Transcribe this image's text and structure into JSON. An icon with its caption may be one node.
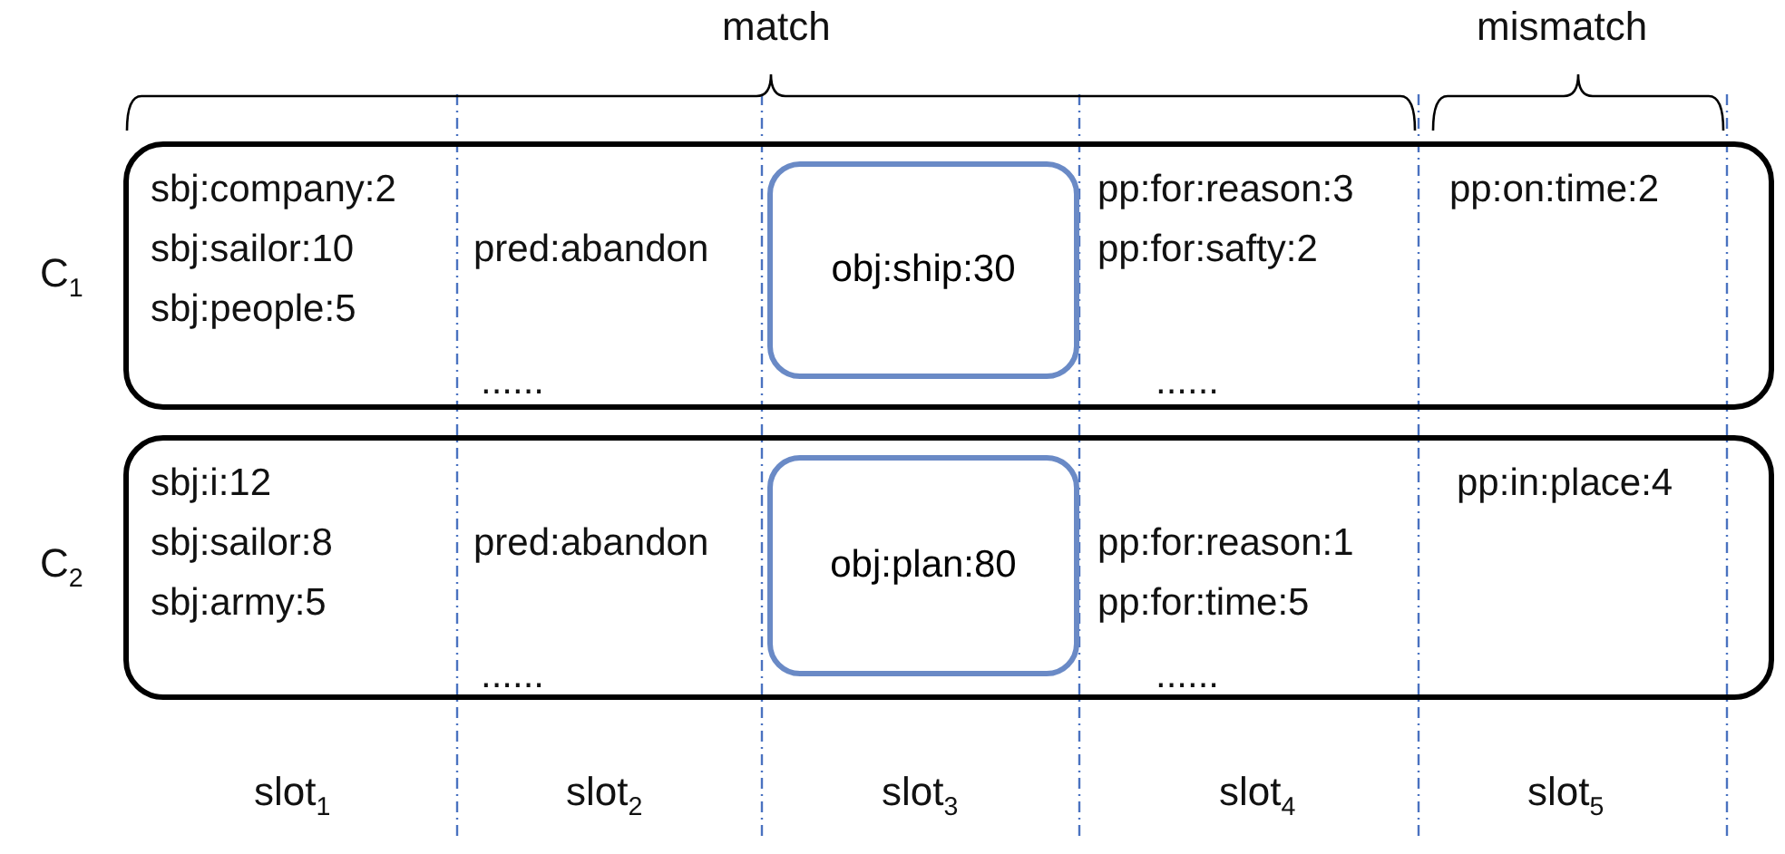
{
  "diagram": {
    "nodes": [
      {
        "text": [
          "sbj:company:2",
          "sbj:sailor:10",
          "sbj:people:5",
          "pred:abandon",
          "......",
          "pp:for:reason:3",
          "pp:for:safty:2",
          "......",
          "pp:on:time:2"
        ],
        "beside": [
          "C$_{1}$"
        ]
      },
      {
        "text": [
          "obj:ship:30"
        ],
        "in": 0
      },
      {
        "text": [
          "sbj:i:12",
          "sbj:sailor:8",
          "sbj:army:5",
          "pred:abandon",
          "......",
          "pp:for:reason:1",
          "pp:for:time:5",
          "......",
          "pp:in:place:4"
        ],
        "beside": [
          "C$_{2}$"
        ]
      },
      {
        "text": [
          "obj:plan:80"
        ],
        "in": 2
      }
    ],
    "edges": [],
    "labels": [
      "match",
      "mismatch",
      "slot$_{1}$",
      "slot$_{2}$",
      "slot$_{3}$",
      "slot$_{4}$",
      "slot$_{5}$"
    ]
  }
}
